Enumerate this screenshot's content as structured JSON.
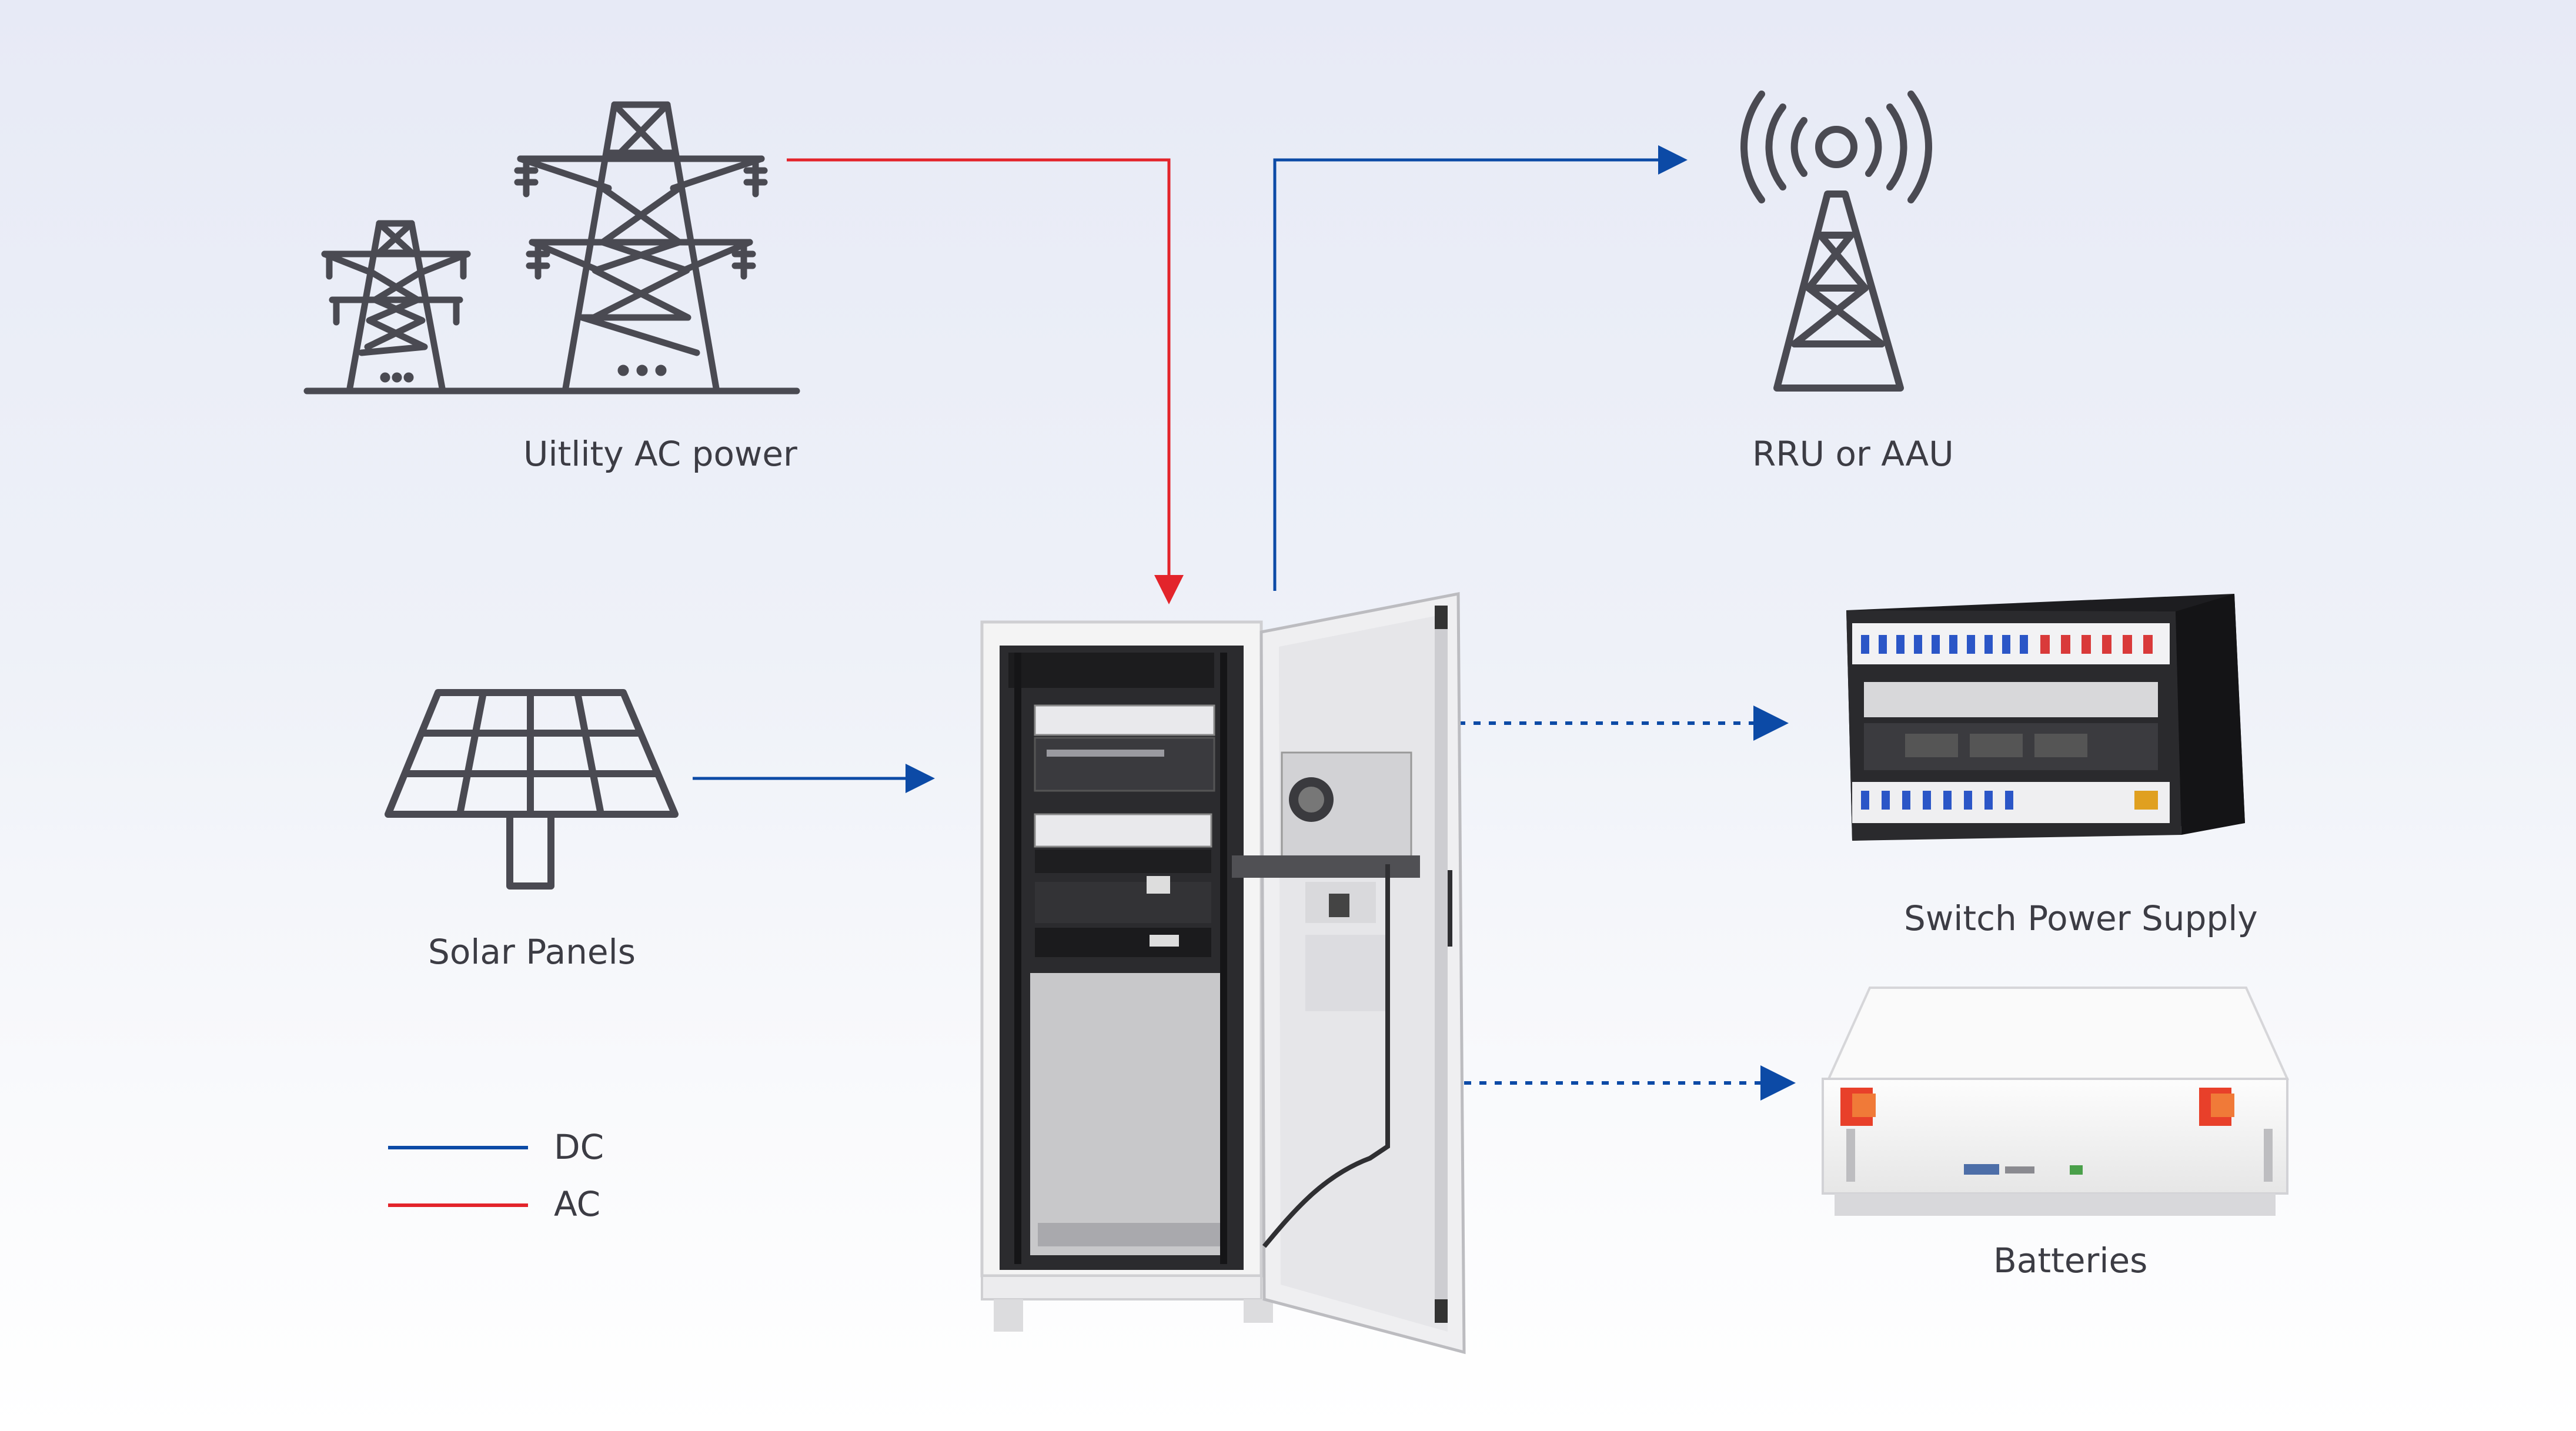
{
  "nodes": {
    "utility": {
      "label": "Uitlity AC power"
    },
    "rru": {
      "label": "RRU or AAU"
    },
    "solar": {
      "label": "Solar Panels"
    },
    "switch_power": {
      "label": "Switch Power Supply"
    },
    "batteries": {
      "label": "Batteries"
    }
  },
  "legend": [
    {
      "label": "DC",
      "color": "#0c4aa6"
    },
    {
      "label": "AC",
      "color": "#e3242b"
    }
  ],
  "colors": {
    "dc": "#0c4aa6",
    "ac": "#e3242b",
    "icon": "#4a4a52"
  }
}
